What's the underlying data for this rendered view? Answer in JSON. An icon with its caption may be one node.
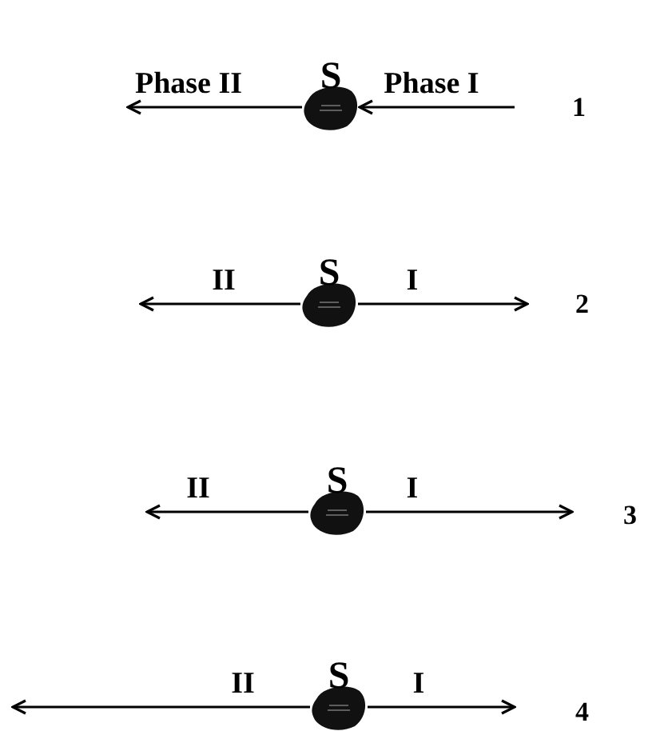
{
  "diagram": {
    "nodes": [
      {
        "text": [
          "S"
        ]
      },
      {
        "text": [
          "S"
        ]
      },
      {
        "text": [
          "S"
        ]
      },
      {
        "text": [
          "S"
        ]
      }
    ],
    "edges": [
      {
        "from": 0,
        "to": null,
        "arrow": "to",
        "label": "Phase II"
      },
      {
        "from": null,
        "to": 0,
        "arrow": "to",
        "label": "Phase I"
      },
      {
        "from": 1,
        "to": null,
        "arrow": "to",
        "label": "II"
      },
      {
        "from": 1,
        "to": null,
        "arrow": "to",
        "label": "I"
      },
      {
        "from": 2,
        "to": null,
        "arrow": "to",
        "label": "II"
      },
      {
        "from": 2,
        "to": null,
        "arrow": "to",
        "label": "I"
      },
      {
        "from": 3,
        "to": null,
        "arrow": "to",
        "label": "II"
      },
      {
        "from": 3,
        "to": null,
        "arrow": "to",
        "label": "I"
      }
    ],
    "labels": [
      "1",
      "2",
      "3",
      "4"
    ]
  }
}
